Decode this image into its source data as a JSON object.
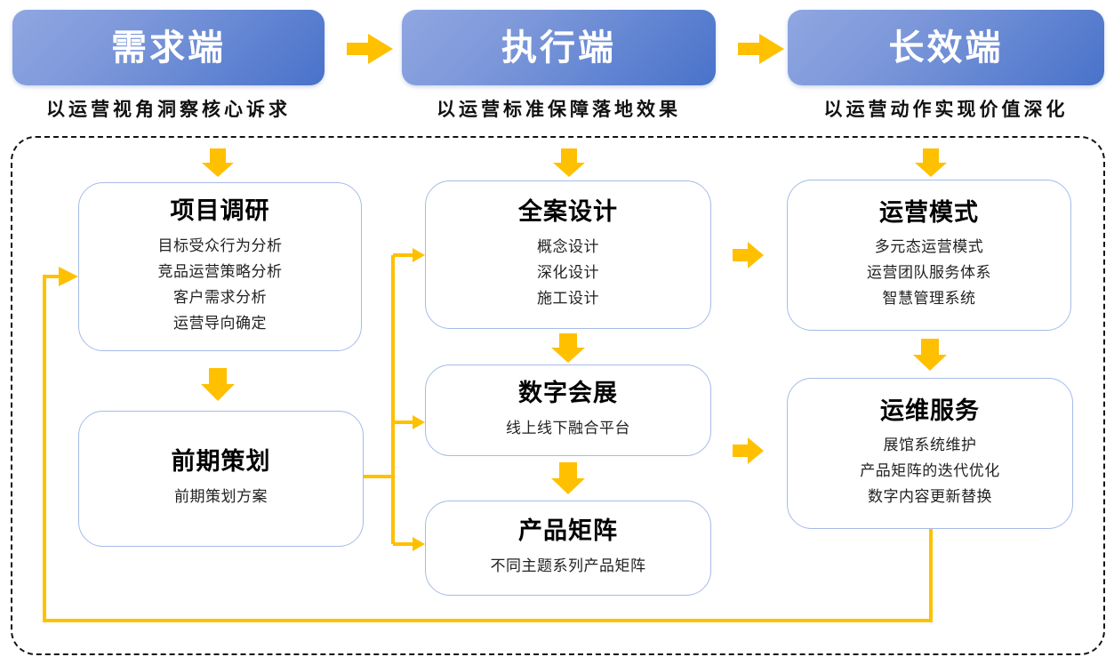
{
  "stages": [
    {
      "label": "需求端",
      "subtitle": "以运营视角洞察核心诉求"
    },
    {
      "label": "执行端",
      "subtitle": "以运营标准保障落地效果"
    },
    {
      "label": "长效端",
      "subtitle": "以运营动作实现价值深化"
    }
  ],
  "flow": [
    {
      "title": "项目调研",
      "items": [
        "目标受众行为分析",
        "竞品运营策略分析",
        "客户需求分析",
        "运营导向确定"
      ]
    },
    {
      "title": "前期策划",
      "items": [
        "前期策划方案"
      ]
    },
    {
      "title": "全案设计",
      "items": [
        "概念设计",
        "深化设计",
        "施工设计"
      ]
    },
    {
      "title": "数字会展",
      "items": [
        "线上线下融合平台"
      ]
    },
    {
      "title": "产品矩阵",
      "items": [
        "不同主题系列产品矩阵"
      ]
    },
    {
      "title": "运营模式",
      "items": [
        "多元态运营模式",
        "运营团队服务体系",
        "智慧管理系统"
      ]
    },
    {
      "title": "运维服务",
      "items": [
        "展馆系统维护",
        "产品矩阵的迭代优化",
        "数字内容更新替换"
      ]
    }
  ],
  "colors": {
    "arrow_accent": "#FFC000",
    "header_gradient_start": "#8FA7E1",
    "header_gradient_end": "#4872CA",
    "box_border": "#A6BBE8",
    "dashed_border": "#141414"
  }
}
